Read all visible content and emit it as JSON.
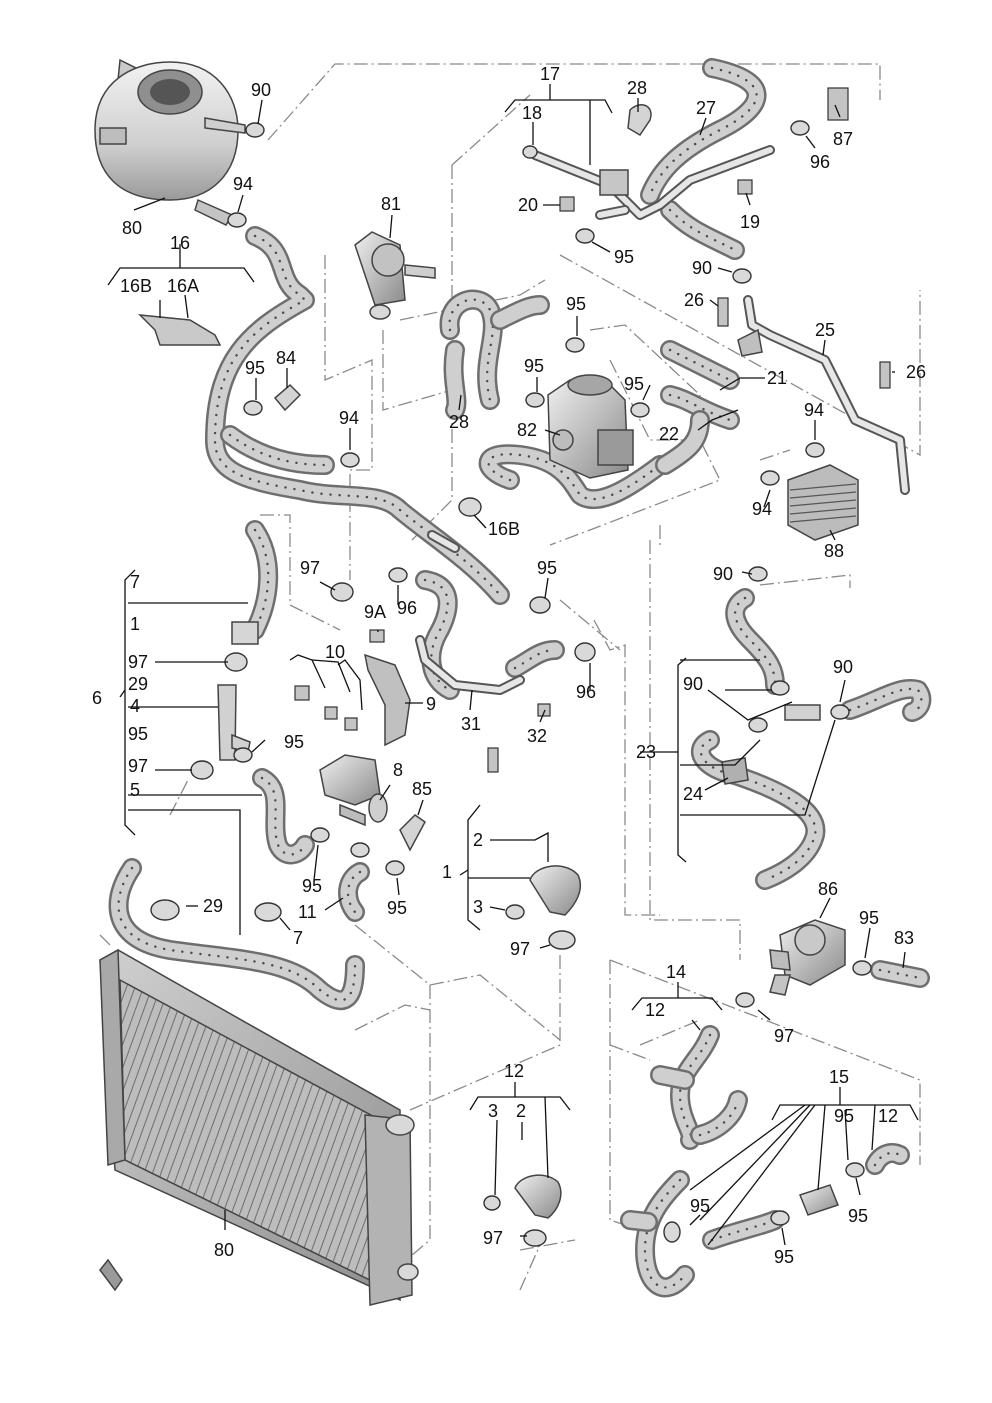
{
  "diagram": {
    "callouts": [
      {
        "id": "c90a",
        "text": "90"
      },
      {
        "id": "c80a",
        "text": "80"
      },
      {
        "id": "c94a",
        "text": "94"
      },
      {
        "id": "c16",
        "text": "16"
      },
      {
        "id": "c16b",
        "text": "16B"
      },
      {
        "id": "c16a",
        "text": "16A"
      },
      {
        "id": "c81",
        "text": "81"
      },
      {
        "id": "c95a",
        "text": "95"
      },
      {
        "id": "c84",
        "text": "84"
      },
      {
        "id": "c94b",
        "text": "94"
      },
      {
        "id": "c17",
        "text": "17"
      },
      {
        "id": "c18",
        "text": "18"
      },
      {
        "id": "c28a",
        "text": "28"
      },
      {
        "id": "c27",
        "text": "27"
      },
      {
        "id": "c87",
        "text": "87"
      },
      {
        "id": "c96a",
        "text": "96"
      },
      {
        "id": "c20",
        "text": "20"
      },
      {
        "id": "c19",
        "text": "19"
      },
      {
        "id": "c95b",
        "text": "95"
      },
      {
        "id": "c90b",
        "text": "90"
      },
      {
        "id": "c26a",
        "text": "26"
      },
      {
        "id": "c25",
        "text": "25"
      },
      {
        "id": "c26b",
        "text": "26"
      },
      {
        "id": "c95c",
        "text": "95"
      },
      {
        "id": "c95d",
        "text": "95"
      },
      {
        "id": "c95e",
        "text": "95"
      },
      {
        "id": "c21",
        "text": "21"
      },
      {
        "id": "c28b",
        "text": "28"
      },
      {
        "id": "c82",
        "text": "82"
      },
      {
        "id": "c22",
        "text": "22"
      },
      {
        "id": "c94c",
        "text": "94"
      },
      {
        "id": "c94d",
        "text": "94"
      },
      {
        "id": "c88",
        "text": "88"
      },
      {
        "id": "c16b2",
        "text": "16B"
      },
      {
        "id": "c7a",
        "text": "7"
      },
      {
        "id": "c1a",
        "text": "1"
      },
      {
        "id": "c97a",
        "text": "97"
      },
      {
        "id": "c29a",
        "text": "29"
      },
      {
        "id": "c4",
        "text": "4"
      },
      {
        "id": "c95f",
        "text": "95"
      },
      {
        "id": "c97b",
        "text": "97"
      },
      {
        "id": "c5",
        "text": "5"
      },
      {
        "id": "c6",
        "text": "6"
      },
      {
        "id": "c97c",
        "text": "97"
      },
      {
        "id": "c9a",
        "text": "9A"
      },
      {
        "id": "c96b",
        "text": "96"
      },
      {
        "id": "c95g",
        "text": "95"
      },
      {
        "id": "c10",
        "text": "10"
      },
      {
        "id": "c9",
        "text": "9"
      },
      {
        "id": "c31",
        "text": "31"
      },
      {
        "id": "c32",
        "text": "32"
      },
      {
        "id": "c96c",
        "text": "96"
      },
      {
        "id": "c95h",
        "text": "95"
      },
      {
        "id": "c90c",
        "text": "90"
      },
      {
        "id": "c90d",
        "text": "90"
      },
      {
        "id": "c90e",
        "text": "90"
      },
      {
        "id": "c23",
        "text": "23"
      },
      {
        "id": "c24",
        "text": "24"
      },
      {
        "id": "c8",
        "text": "8"
      },
      {
        "id": "c85",
        "text": "85"
      },
      {
        "id": "c2a",
        "text": "2"
      },
      {
        "id": "c1b",
        "text": "1"
      },
      {
        "id": "c3a",
        "text": "3"
      },
      {
        "id": "c97d",
        "text": "97"
      },
      {
        "id": "c95i",
        "text": "95"
      },
      {
        "id": "c95j",
        "text": "95"
      },
      {
        "id": "c11",
        "text": "11"
      },
      {
        "id": "c29b",
        "text": "29"
      },
      {
        "id": "c7b",
        "text": "7"
      },
      {
        "id": "c86",
        "text": "86"
      },
      {
        "id": "c95k",
        "text": "95"
      },
      {
        "id": "c83",
        "text": "83"
      },
      {
        "id": "c14",
        "text": "14"
      },
      {
        "id": "c12a",
        "text": "12"
      },
      {
        "id": "c97e",
        "text": "97"
      },
      {
        "id": "c80b",
        "text": "80"
      },
      {
        "id": "c12b",
        "text": "12"
      },
      {
        "id": "c3b",
        "text": "3"
      },
      {
        "id": "c2b",
        "text": "2"
      },
      {
        "id": "c97f",
        "text": "97"
      },
      {
        "id": "c15",
        "text": "15"
      },
      {
        "id": "c95l",
        "text": "95"
      },
      {
        "id": "c12c",
        "text": "12"
      },
      {
        "id": "c95m",
        "text": "95"
      },
      {
        "id": "c95n",
        "text": "95"
      },
      {
        "id": "c95o",
        "text": "95"
      }
    ]
  }
}
